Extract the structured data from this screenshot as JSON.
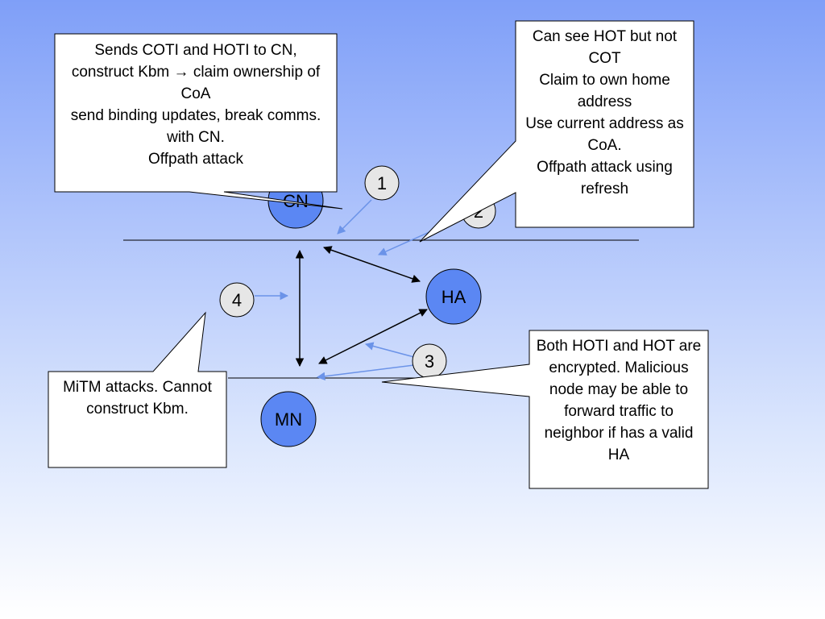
{
  "nodes": {
    "cn": "CN",
    "ha": "HA",
    "mn": "MN"
  },
  "markers": {
    "m1": "1",
    "m2": "2",
    "m3": "3",
    "m4": "4"
  },
  "callouts": {
    "top_left": "Sends COTI and HOTI to CN, construct Kbm → claim ownership of CoA\nsend binding updates, break comms. with CN.\nOffpath attack",
    "top_right": "Can see HOT but not COT\nClaim to own home address\nUse current address as CoA.\nOffpath attack using refresh",
    "bottom_right": "Both HOTI and HOT are encrypted. Malicious node may be able to forward traffic to neighbor if has a valid HA",
    "bottom_left": "MiTM attacks. Cannot construct Kbm."
  },
  "colors": {
    "node_fill": "#5b87f3",
    "marker_fill": "#e6e6e6",
    "blue_arrow": "#6b93e8"
  }
}
